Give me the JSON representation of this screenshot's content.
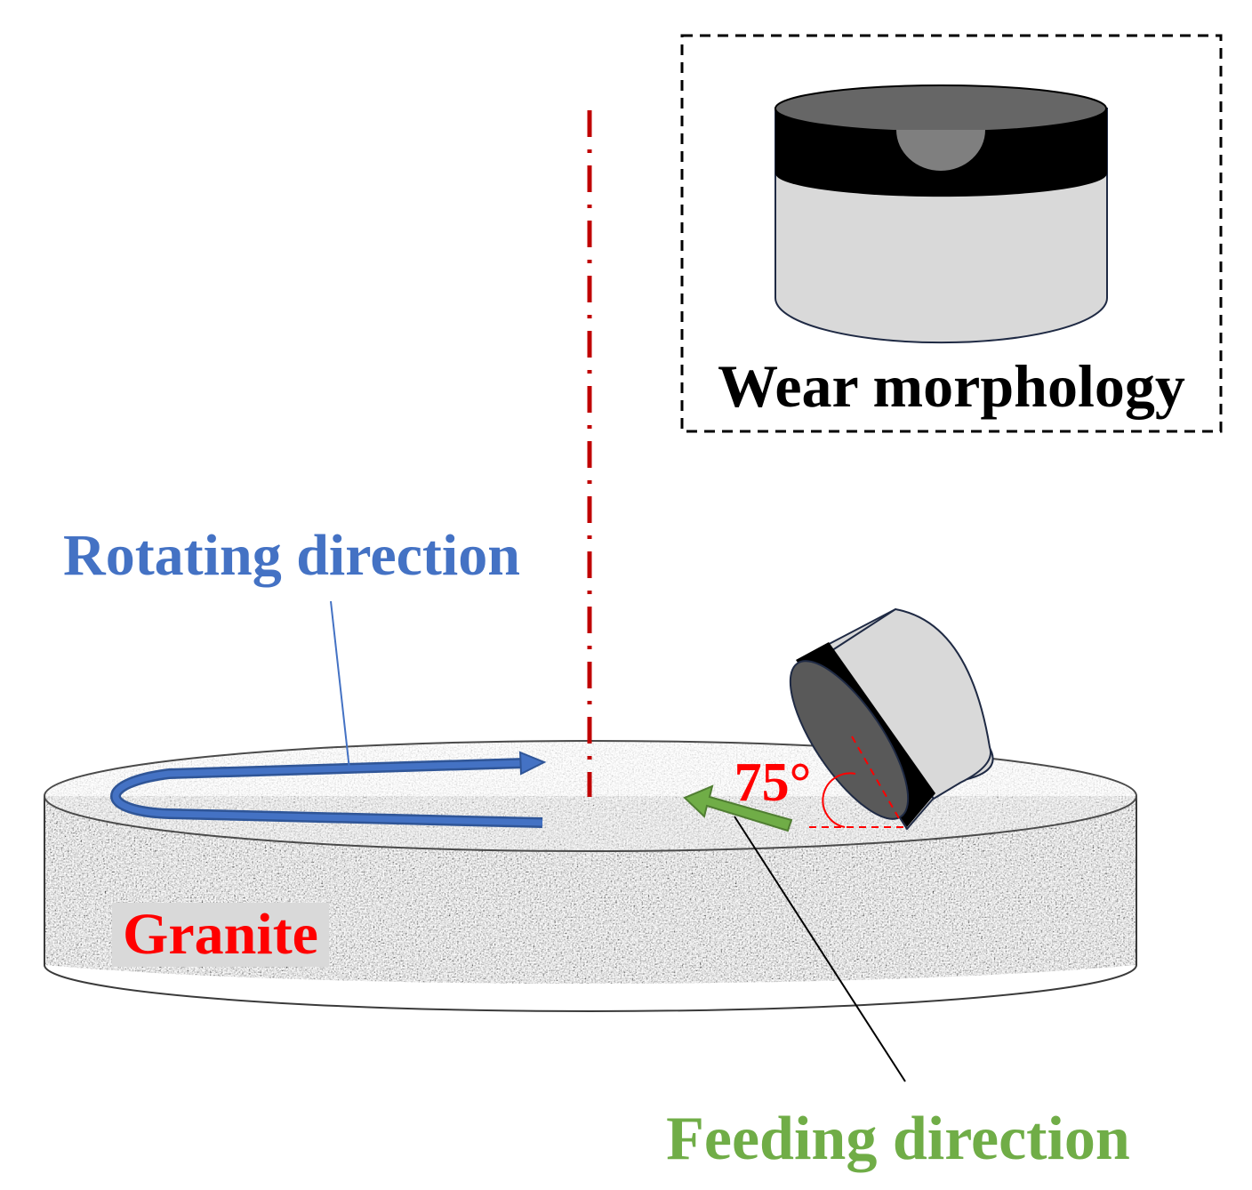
{
  "labels": {
    "wear_morphology": "Wear morphology",
    "rotating_direction": "Rotating direction",
    "granite": "Granite",
    "angle": "75°",
    "feeding_direction": "Feeding direction"
  },
  "colors": {
    "rotating": "#4472c4",
    "feeding": "#70ad47",
    "granite_label": "#ff0000",
    "angle_label": "#ff0000",
    "axis": "#c00000",
    "diamond_layer": "#000000",
    "carbide": "#d9d9d9",
    "table_top": "#666666"
  }
}
